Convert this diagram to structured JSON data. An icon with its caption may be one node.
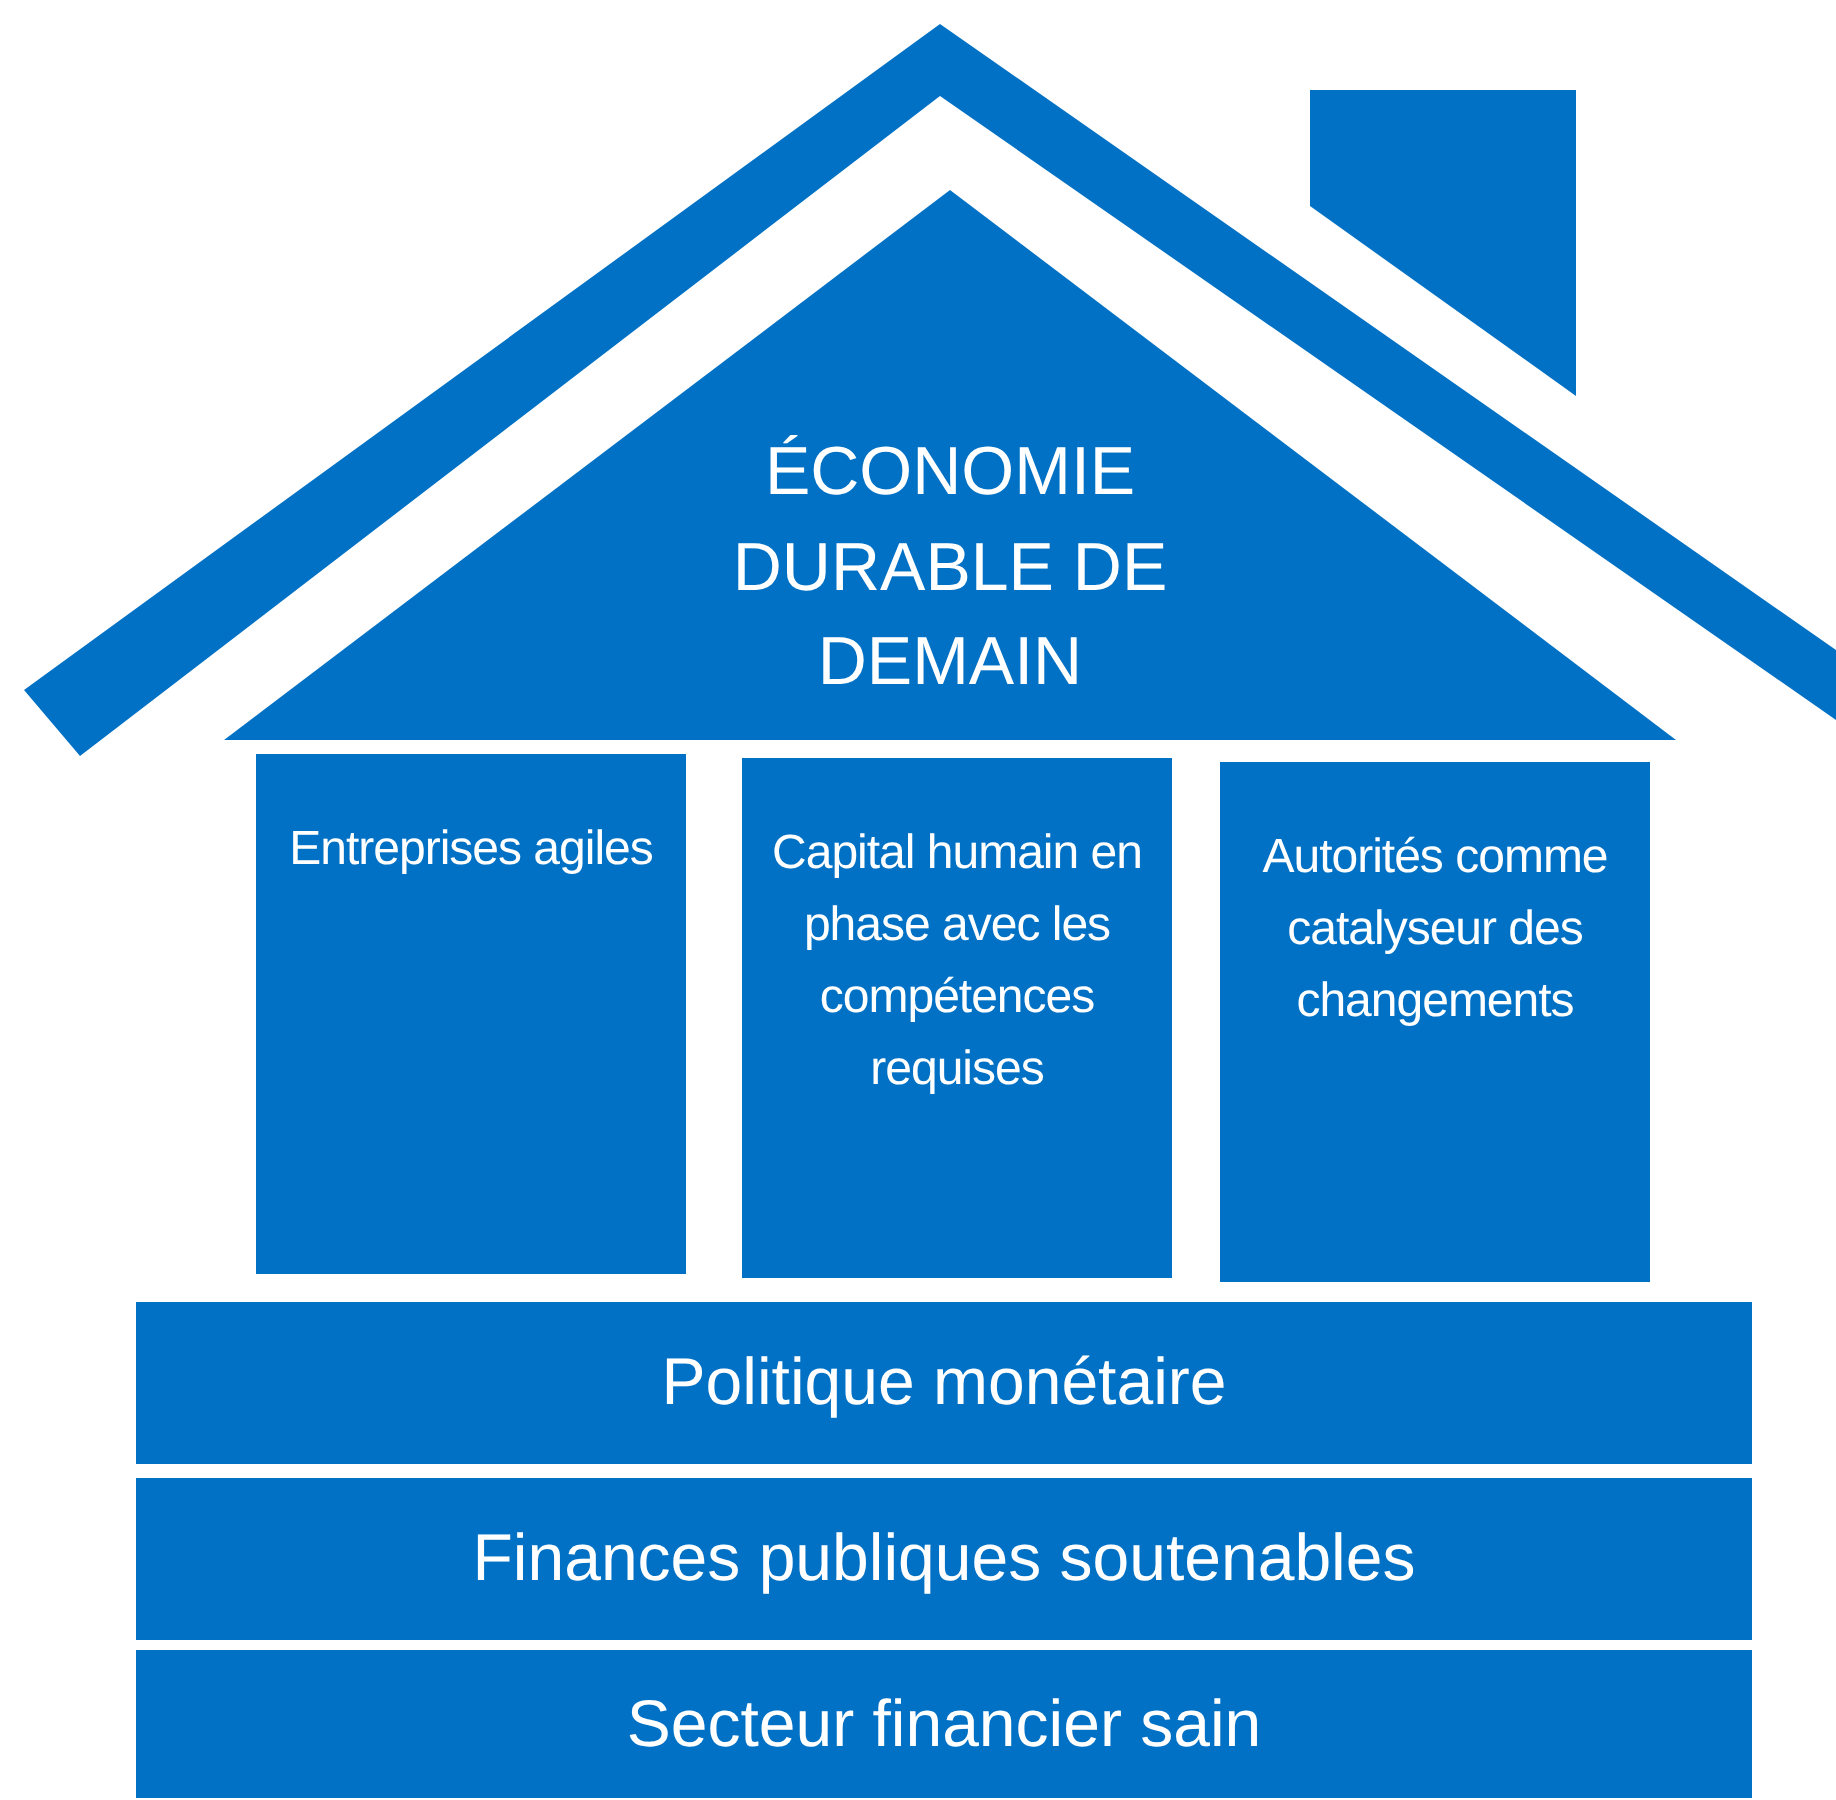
{
  "diagram": {
    "nodes": [
      {
        "text": [
          "ÉCONOMIE DURABLE DE DEMAIN"
        ]
      },
      {
        "text": [
          "Entreprises agiles"
        ]
      },
      {
        "text": [
          "Capital humain en phase avec les compétences requises"
        ]
      },
      {
        "text": [
          "Autorités comme catalyseur des changements"
        ]
      },
      {
        "text": [
          "Politique monétaire"
        ]
      },
      {
        "text": [
          "Finances publiques soutenables"
        ]
      },
      {
        "text": [
          "Secteur financier sain"
        ]
      }
    ]
  }
}
